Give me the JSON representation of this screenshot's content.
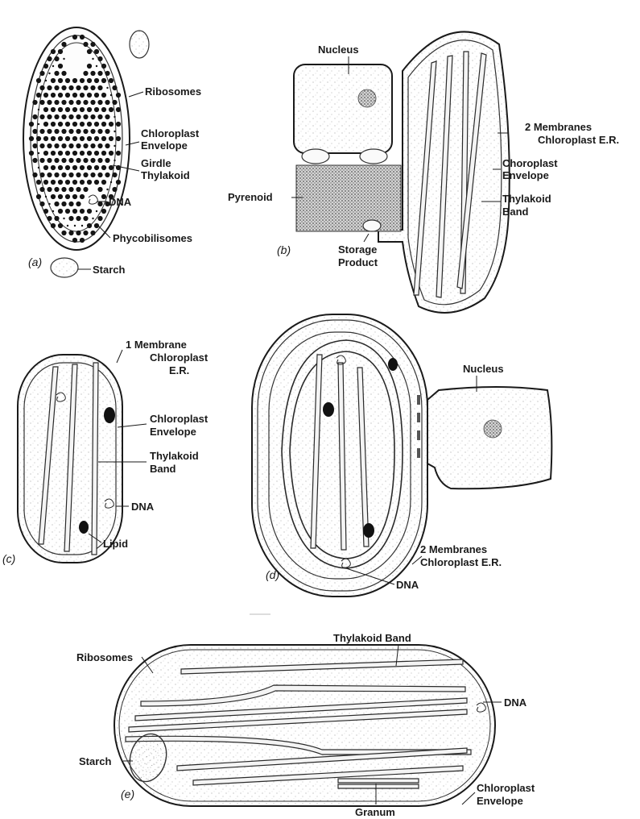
{
  "panels": [
    {
      "letter": "(a)",
      "labels": [
        "Ribosomes",
        "Chloroplast",
        "Envelope",
        "Girdle",
        "Thylakoid",
        "DNA",
        "Phycobilisomes",
        "Starch"
      ]
    },
    {
      "letter": "(b)",
      "labels": [
        "Nucleus",
        "2 Membranes",
        "Chloroplast E.R.",
        "Choroplast",
        "Envelope",
        "Thylakoid",
        "Band",
        "Pyrenoid",
        "Storage",
        "Product"
      ]
    },
    {
      "letter": "(c)",
      "labels": [
        "1 Membrane",
        "Chloroplast",
        "E.R.",
        "Chloroplast",
        "Envelope",
        "Thylakoid",
        "Band",
        "DNA",
        "Lipid"
      ]
    },
    {
      "letter": "(d)",
      "labels": [
        "Nucleus",
        "2 Membranes",
        "Chloroplast E.R.",
        "DNA"
      ]
    },
    {
      "letter": "(e)",
      "labels": [
        "Thylakoid Band",
        "Ribosomes",
        "DNA",
        "Starch",
        "Chloroplast",
        "Envelope",
        "Granum"
      ]
    }
  ]
}
